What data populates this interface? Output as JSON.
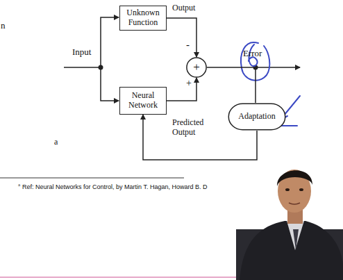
{
  "diagram": {
    "nodes": [
      {
        "text": [
          "Unknown Function"
        ]
      },
      {
        "text": [
          "Neural Network"
        ]
      },
      {
        "text": [
          "+"
        ]
      },
      {
        "text": [
          "Adaptation"
        ]
      }
    ],
    "edges": [
      {
        "from": 0,
        "to": 2,
        "arrow": "to"
      },
      {
        "from": 1,
        "to": 2,
        "arrow": "to"
      },
      {
        "from": 2,
        "to": 3,
        "arrow": "none"
      },
      {
        "from": 3,
        "to": 1,
        "arrow": "to"
      }
    ],
    "labels": [
      "n",
      "Input",
      "Output",
      "-",
      "+",
      "Predicted Output",
      "Error",
      "a",
      "a",
      "Ref: Neural Networks for Control, by Martin T. Hagan, Howard B. D"
    ]
  }
}
